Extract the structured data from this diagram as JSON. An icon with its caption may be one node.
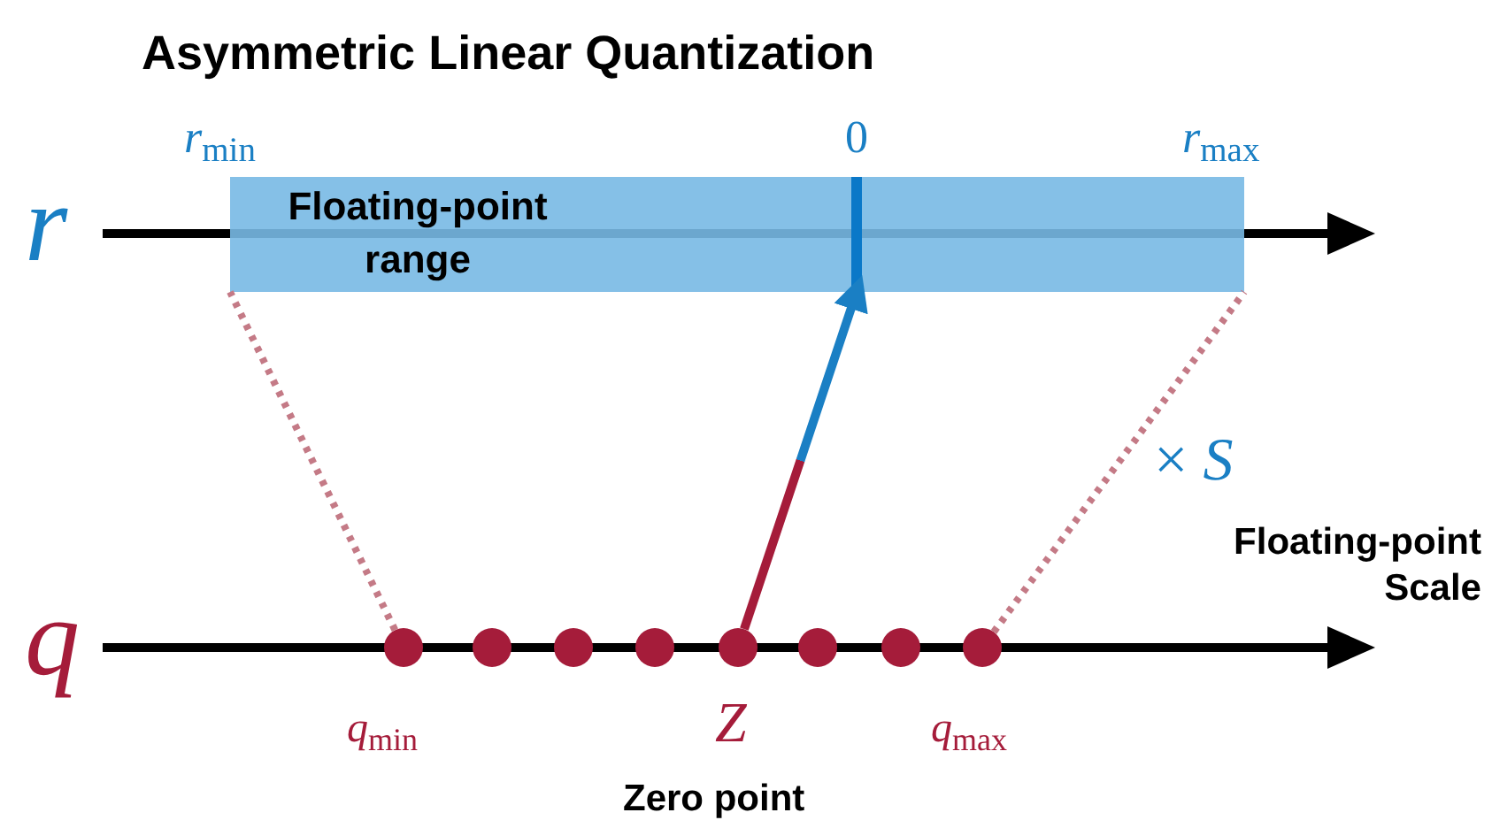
{
  "diagram": {
    "title": "Asymmetric Linear Quantization",
    "nodes": [
      {
        "text": [
          "Floating-point range"
        ]
      },
      {
        "text": [],
        "shape": "bar",
        "in": 0,
        "beside": [
          "0"
        ]
      },
      {
        "text": [],
        "shape": "circle"
      },
      {
        "text": [],
        "shape": "circle"
      },
      {
        "text": [],
        "shape": "circle"
      },
      {
        "text": [],
        "shape": "circle"
      },
      {
        "text": [],
        "shape": "circle"
      },
      {
        "text": [],
        "shape": "circle"
      },
      {
        "text": [],
        "shape": "circle"
      },
      {
        "text": [],
        "shape": "circle"
      }
    ],
    "edges": [
      {
        "from": 2,
        "to": 0,
        "arrow": "none",
        "style": "dashed"
      },
      {
        "from": 9,
        "to": 0,
        "arrow": "none",
        "style": "dashed"
      },
      {
        "from": 6,
        "to": 1,
        "arrow": "to",
        "style": "thick",
        "color": "#1a7fc4"
      }
    ],
    "labels": [
      "*r*$_{min}$",
      "*r*$_{max}$",
      "*r*",
      "*q*",
      "× *S*",
      "Floating-point Scale",
      "*q*$_{min}$",
      "*Z*",
      "*q*$_{max}$",
      "Zero point"
    ]
  }
}
